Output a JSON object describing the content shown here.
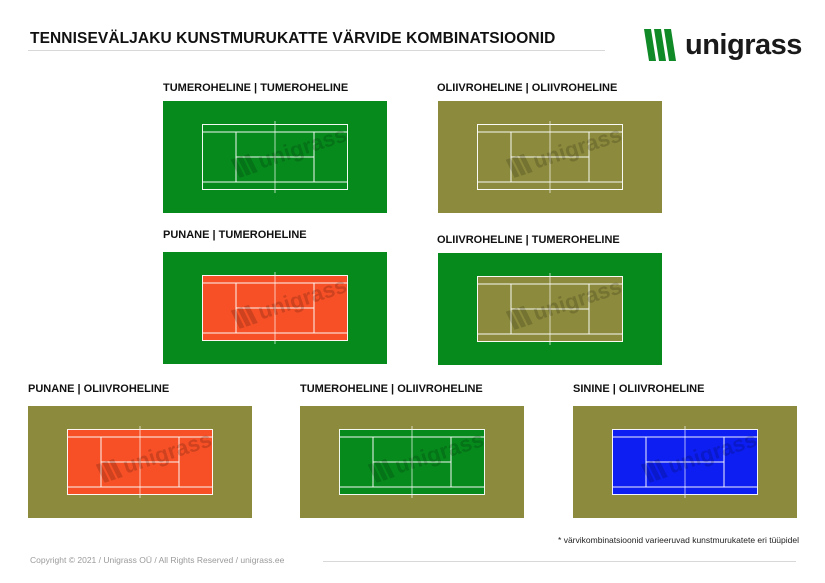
{
  "header": {
    "title": "TENNISEVÄLJAKU KUNSTMURUKATTE VÄRVIDE KOMBINATSIOONID",
    "logo_text": "unigrass",
    "logo_color": "#0f8a26",
    "logo_icon": "unigrass-logo-icon"
  },
  "colors": {
    "dark_green": "#078a1c",
    "olive": "#8c8a3c",
    "red": "#f75026",
    "blue": "#0d1ef2"
  },
  "courts": [
    {
      "label": "TUMEROHELINE | TUMEROHELINE",
      "inner": "dark_green",
      "outer": "dark_green"
    },
    {
      "label": "OLIIVROHELINE | OLIIVROHELINE",
      "inner": "olive",
      "outer": "olive"
    },
    {
      "label": "PUNANE | TUMEROHELINE",
      "inner": "red",
      "outer": "dark_green"
    },
    {
      "label": "OLIIVROHELINE | TUMEROHELINE",
      "inner": "olive",
      "outer": "dark_green"
    },
    {
      "label": "PUNANE | OLIIVROHELINE",
      "inner": "red",
      "outer": "olive"
    },
    {
      "label": "TUMEROHELINE | OLIIVROHELINE",
      "inner": "dark_green",
      "outer": "olive"
    },
    {
      "label": "SININE | OLIIVROHELINE",
      "inner": "blue",
      "outer": "olive"
    }
  ],
  "watermark": "unigrass",
  "footnote": "* värvikombinatsioonid varieeruvad kunstmurukatete eri tüüpidel",
  "copyright": "Copyright © 2021 / Unigrass OÜ / All Rights Reserved / unigrass.ee"
}
